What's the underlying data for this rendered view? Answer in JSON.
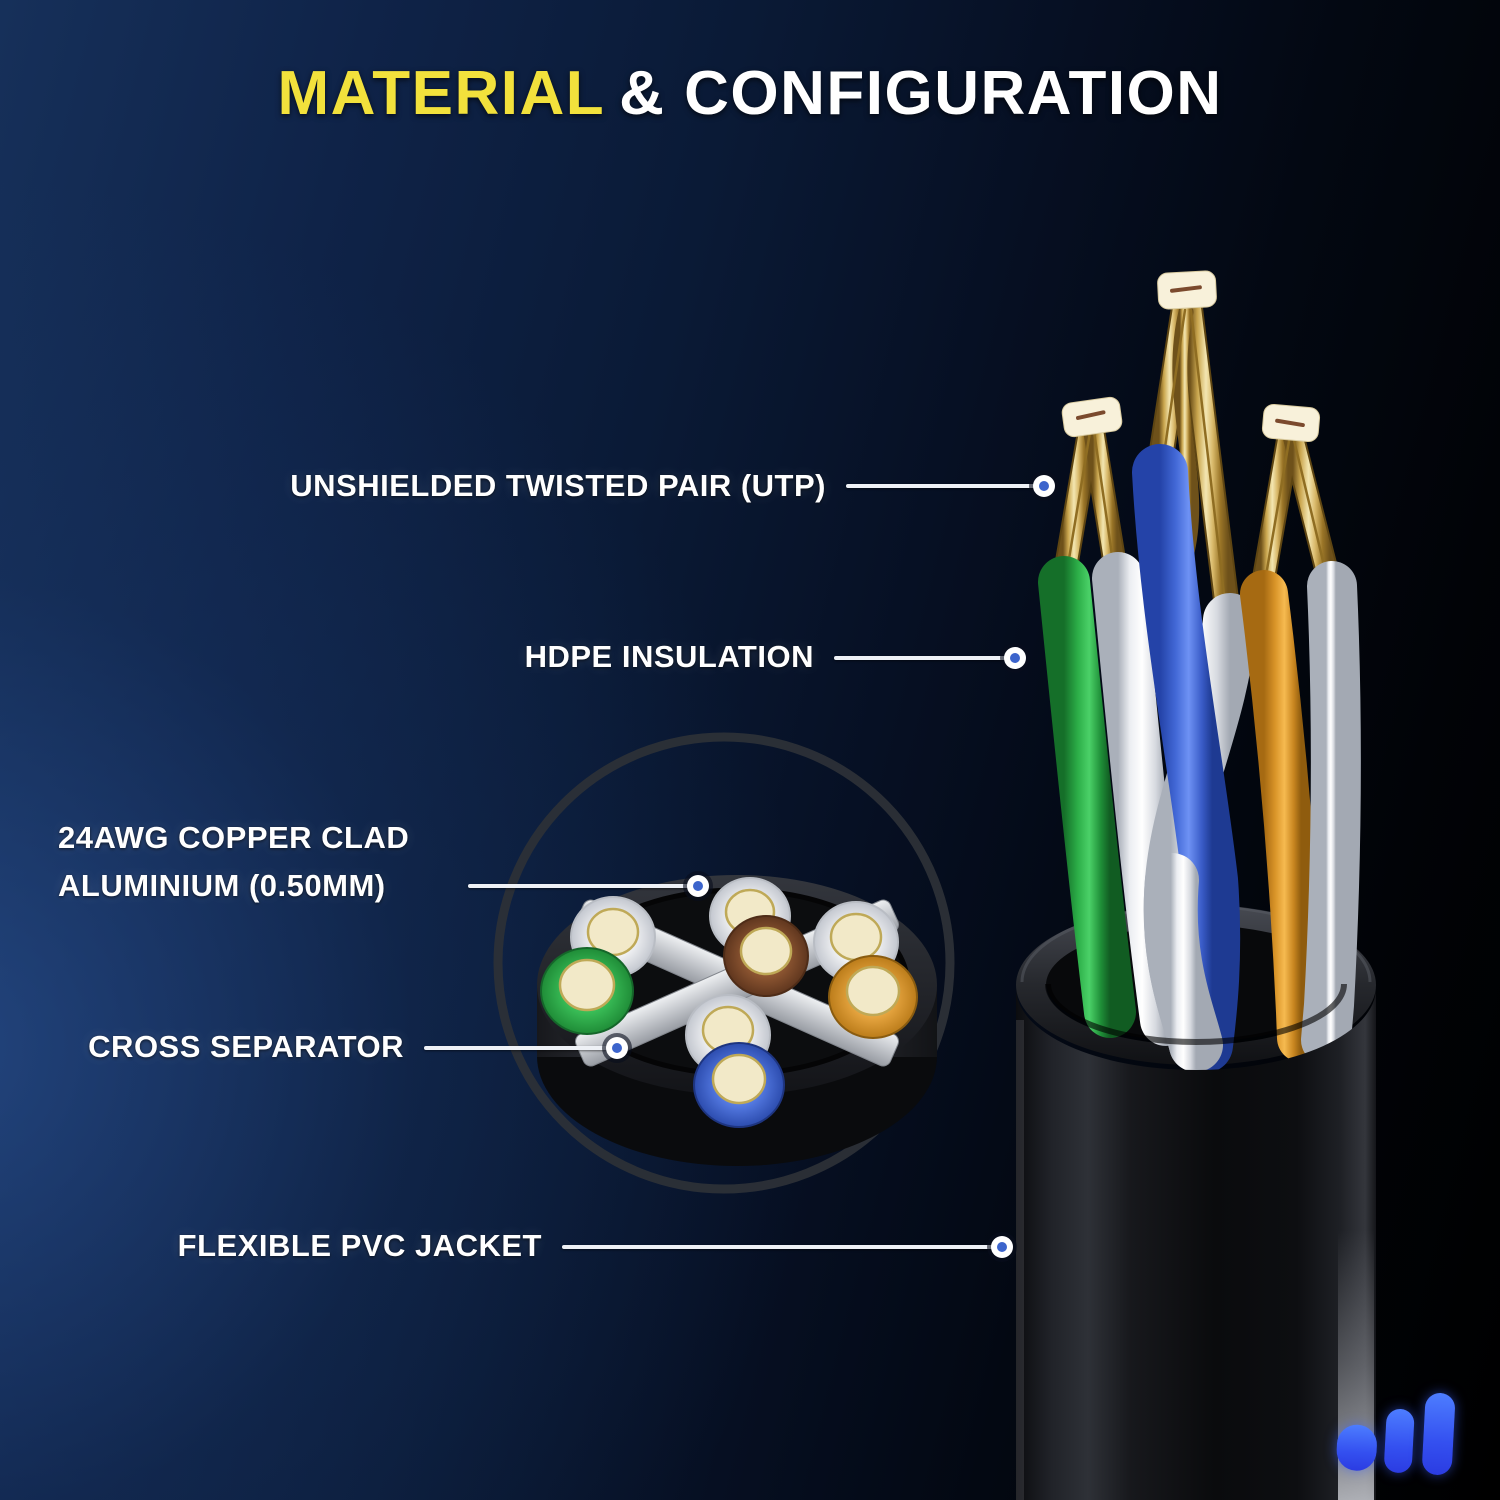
{
  "title": {
    "highlight": "MATERIAL",
    "rest": "& CONFIGURATION"
  },
  "callouts": [
    {
      "text": "UNSHIELDED TWISTED PAIR (UTP)"
    },
    {
      "text": "HDPE INSULATION"
    },
    {
      "line1": "24AWG COPPER CLAD",
      "line2": "ALUMINIUM (0.50MM)"
    },
    {
      "text": "CROSS SEPARATOR"
    },
    {
      "text": "FLEXIBLE PVC JACKET"
    }
  ],
  "colors": {
    "accent_yellow": "#f2e13c",
    "label_white": "#ffffff",
    "leader_dot_blue": "#3c64cc",
    "wire_green": "#2eb44b",
    "wire_blue": "#4a6fe8",
    "wire_orange": "#e8a636",
    "wire_brown": "#8a5433",
    "wire_white": "#f2f3f5",
    "copper_gold": "#d9b96a",
    "jacket_black": "#101114",
    "separator_gray": "#d4d6d9",
    "logo_blue": "#3b5bf0"
  },
  "illustration": {
    "cable": "cat6-cable-cutaway-3d",
    "cross_section": "cable-cross-section-with-cross-separator",
    "cross_section_pairs": [
      "brown",
      "green",
      "orange",
      "blue"
    ]
  },
  "brand_logo": {
    "bars": 3
  }
}
